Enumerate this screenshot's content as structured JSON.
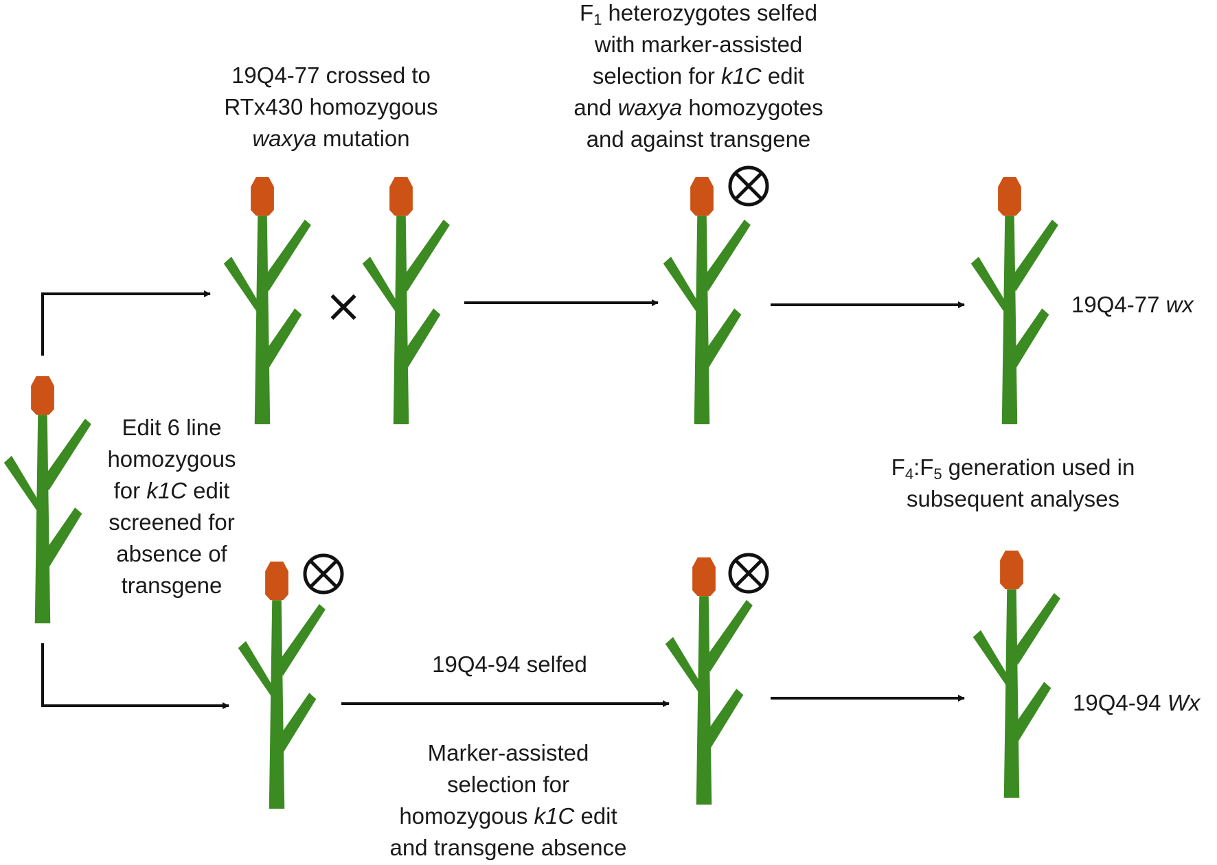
{
  "colors": {
    "stem": "#3c8a22",
    "head": "#cc5216",
    "line": "#111111"
  },
  "symbols": {
    "cross": "×",
    "self_icon": "circled-x-self-pollination"
  },
  "labels": {
    "top_cross": {
      "l1": "19Q4-77 crossed to",
      "l2": "RTx430 homozygous",
      "l3_it": "waxya",
      "l3_rest": " mutation"
    },
    "f1_selfed": {
      "l1_a": "F",
      "l1_sub": "1",
      "l1_b": " heterozygotes selfed",
      "l2": "with marker-assisted",
      "l3_a": "selection for ",
      "l3_it": "k1C",
      "l3_b": " edit",
      "l4_a": "and ",
      "l4_it": "waxya",
      "l4_b": " homozygotes",
      "l5": "and against transgene"
    },
    "edit6": {
      "l1": "Edit 6 line",
      "l2": "homozygous",
      "l3_a": "for ",
      "l3_it": "k1C",
      "l3_b": " edit",
      "l4": "screened for",
      "l5": "absence of",
      "l6": "transgene"
    },
    "generation": {
      "l1_a": "F",
      "l1_sub1": "4",
      "l1_b": ":F",
      "l1_sub2": "5",
      "l1_c": " generation used in",
      "l2": "subsequent analyses"
    },
    "selfed_94": "19Q4-94 selfed",
    "marker_assisted": {
      "l1": "Marker-assisted",
      "l2": "selection for",
      "l3_a": "homozygous ",
      "l3_it": "k1C",
      "l3_b": " edit",
      "l4": "and transgene absence"
    },
    "result_top": {
      "name": "19Q4-77 ",
      "allele": "wx"
    },
    "result_bottom": {
      "name": "19Q4-94 ",
      "allele": "Wx"
    }
  }
}
